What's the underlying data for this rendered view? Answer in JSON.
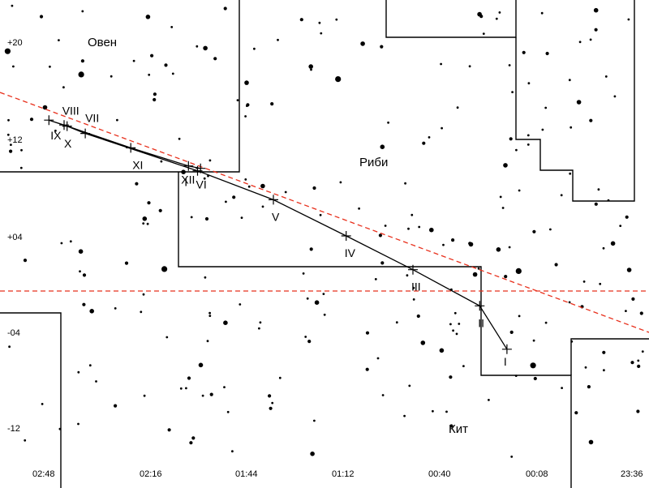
{
  "map": {
    "constellations": [
      "Овен",
      "Риби",
      "Кит"
    ],
    "ra_ticks": [
      "02:48",
      "02:16",
      "01:44",
      "01:12",
      "00:40",
      "00:08",
      "23:36"
    ],
    "dec_ticks": [
      "+20",
      "+12",
      "+04",
      "-04",
      "-12"
    ],
    "track": {
      "points": [
        {
          "ra": "00:18",
          "dec": "-5.4",
          "label": "I"
        },
        {
          "ra": "00:27",
          "dec": "-1.8",
          "label": "II"
        },
        {
          "ra": "00:49",
          "dec": "+1.2",
          "label": "III"
        },
        {
          "ra": "01:11",
          "dec": "+4.0",
          "label": "IV"
        },
        {
          "ra": "01:35",
          "dec": "+7.0",
          "label": "V"
        },
        {
          "ra": "02:00",
          "dec": "+9.4",
          "label": "VI"
        },
        {
          "ra": "02:37",
          "dec": "+12.5",
          "label": "VII"
        },
        {
          "ra": "02:43",
          "dec": "+13.1",
          "label": "VIII"
        },
        {
          "ra": "02:49",
          "dec": "+13.6",
          "label": "IX"
        },
        {
          "ra": "02:44",
          "dec": "+13.2",
          "label": "X"
        },
        {
          "ra": "02:22",
          "dec": "+11.3",
          "label": "XI"
        },
        {
          "ra": "02:03",
          "dec": "+9.8",
          "label": "XII"
        },
        {
          "ra": "01:59",
          "dec": "+9.6",
          "label": "I"
        }
      ]
    },
    "lines": {
      "ecliptic": "red-dashed-sloped",
      "celestial_equator": "red-dashed-horizontal",
      "track_color": "#000000",
      "guide_color": "#e8301c"
    }
  }
}
